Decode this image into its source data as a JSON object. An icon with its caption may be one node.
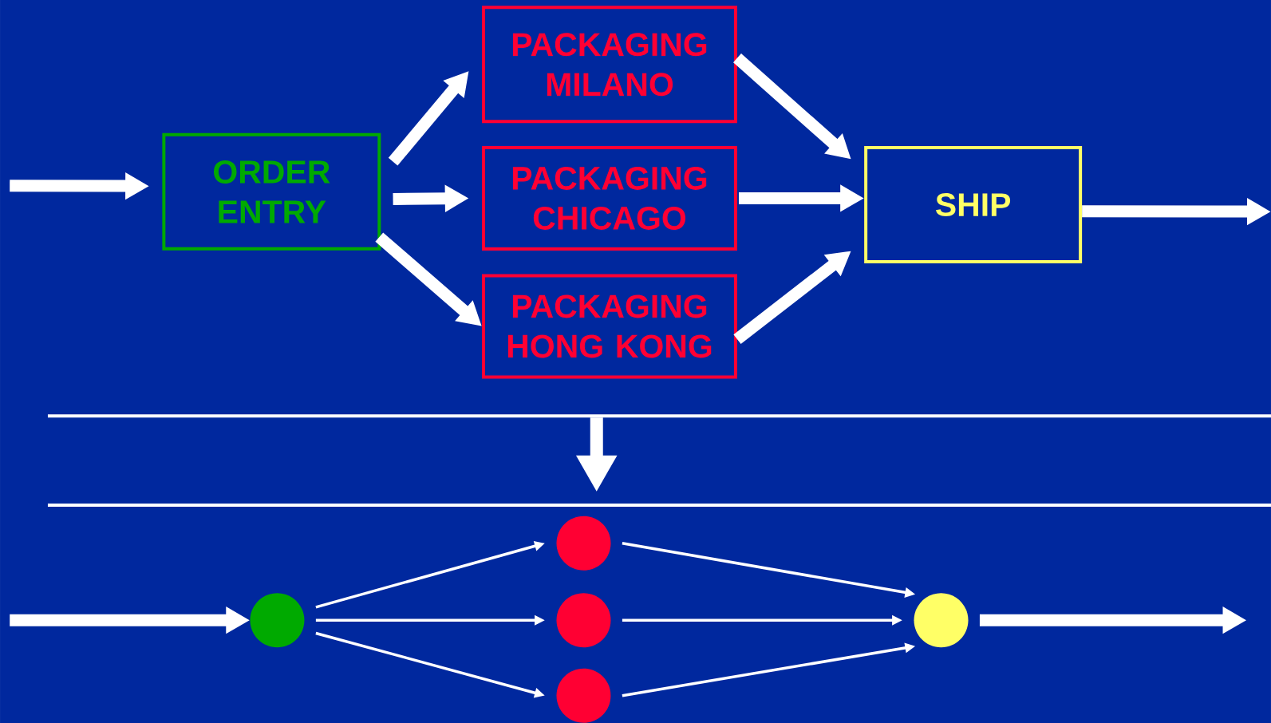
{
  "diagram": {
    "nodes": [
      {
        "text": [
          "ORDER ENTRY"
        ]
      },
      {
        "text": [
          "PACKAGING MILANO"
        ]
      },
      {
        "text": [
          "PACKAGING CHICAGO"
        ]
      },
      {
        "text": [
          "PACKAGING HONG KONG"
        ]
      },
      {
        "text": [
          "SHIP"
        ]
      },
      {
        "text": [],
        "shape": "circle"
      },
      {
        "text": [],
        "shape": "circle"
      },
      {
        "text": [],
        "shape": "circle"
      },
      {
        "text": [],
        "shape": "circle"
      },
      {
        "text": [],
        "shape": "circle"
      }
    ],
    "edges": [
      {
        "from": null,
        "to": 0,
        "arrow": "to"
      },
      {
        "from": 0,
        "to": 1,
        "arrow": "to"
      },
      {
        "from": 0,
        "to": 2,
        "arrow": "to"
      },
      {
        "from": 0,
        "to": 3,
        "arrow": "to"
      },
      {
        "from": 1,
        "to": 4,
        "arrow": "to"
      },
      {
        "from": 2,
        "to": 4,
        "arrow": "to"
      },
      {
        "from": 3,
        "to": 4,
        "arrow": "to"
      },
      {
        "from": 4,
        "to": null,
        "arrow": "to"
      },
      {
        "from": null,
        "to": 5,
        "arrow": "to"
      },
      {
        "from": 5,
        "to": 6,
        "arrow": "to"
      },
      {
        "from": 5,
        "to": 7,
        "arrow": "to"
      },
      {
        "from": 5,
        "to": 8,
        "arrow": "to"
      },
      {
        "from": 6,
        "to": 9,
        "arrow": "to"
      },
      {
        "from": 7,
        "to": 9,
        "arrow": "to"
      },
      {
        "from": 8,
        "to": 9,
        "arrow": "to"
      },
      {
        "from": 9,
        "to": null,
        "arrow": "to"
      }
    ]
  }
}
